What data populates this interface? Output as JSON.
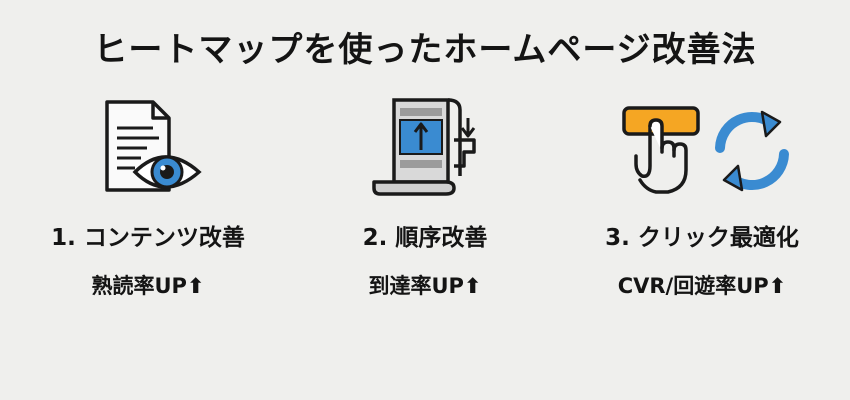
{
  "title": "ヒートマップを使ったホームページ改善法",
  "items": [
    {
      "title": "1. コンテンツ改善",
      "subtitle": "熟読率UP",
      "icon": "document-eye-icon"
    },
    {
      "title": "2. 順序改善",
      "subtitle": "到達率UP",
      "icon": "scroll-reorder-icon"
    },
    {
      "title": "3. クリック最適化",
      "subtitle": "CVR/回遊率UP",
      "icon": "click-refresh-icon"
    }
  ],
  "arrow_glyph": "⬆",
  "colors": {
    "background": "#efefed",
    "blue": "#3a8bd1",
    "orange": "#f5a623",
    "outline": "#1a1a1a"
  }
}
